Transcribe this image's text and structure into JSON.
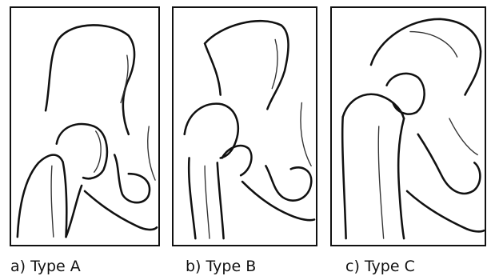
{
  "figure": {
    "panels": [
      {
        "caption": "a) Type A"
      },
      {
        "caption": "b) Type B"
      },
      {
        "caption": "c) Type C"
      }
    ]
  }
}
